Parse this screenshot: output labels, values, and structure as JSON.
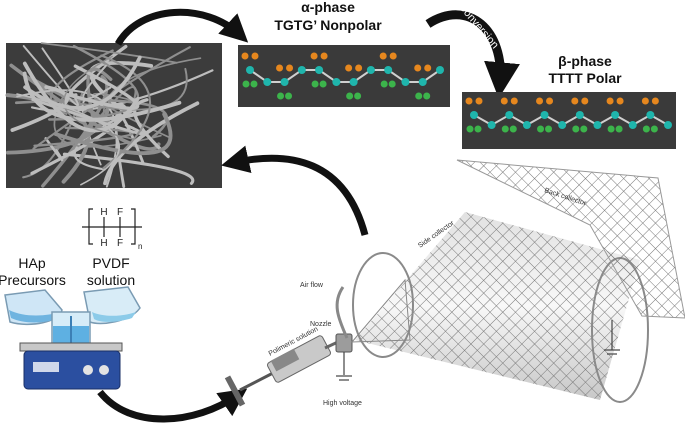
{
  "alpha": {
    "line1": "α-phase",
    "line2": "TGTG’ Nonpolar"
  },
  "beta": {
    "line1": "β-phase",
    "line2": "TTTT Polar"
  },
  "conversion": "Conversion",
  "monomer": {
    "h_top": "H",
    "f_top": "F",
    "h_bot": "H",
    "f_bot": "F",
    "sub": "n"
  },
  "precursors": {
    "hap_line1": "HAp",
    "hap_line2": "Precursors",
    "pvdf_line1": "PVDF",
    "pvdf_line2": "solution"
  },
  "apparatus": {
    "air_flow": "Air flow",
    "nozzle": "Nozzle",
    "polymeric_solution": "Polimeric solution",
    "high_voltage": "High voltage",
    "side_collector": "Side collector",
    "back_collector": "Back collector"
  },
  "colors": {
    "carbon": "#1fb5ac",
    "fluorine_top": "#e6871e",
    "fluorine_bottom": "#3cb44b",
    "panel": "#3a3a3a",
    "arrow": "#111111"
  }
}
